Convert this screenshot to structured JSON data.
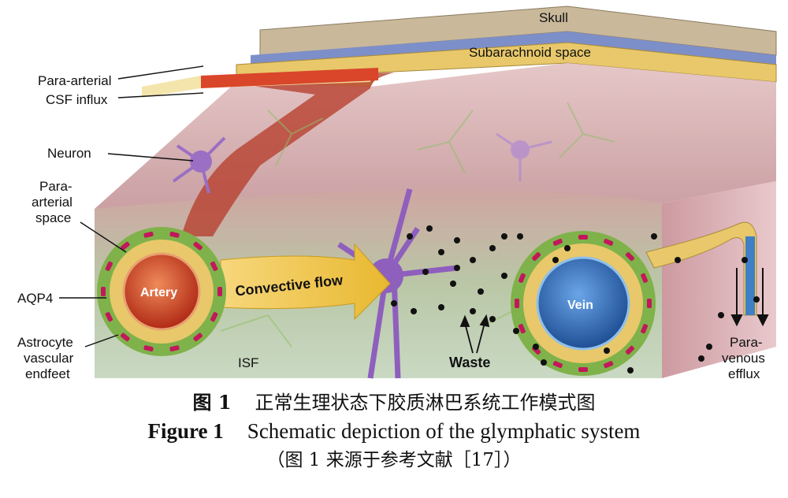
{
  "figure": {
    "labels": {
      "skull": "Skull",
      "subarachnoid": "Subarachnoid space",
      "csf_influx_line1": "Para-arterial",
      "csf_influx_line2": "CSF influx",
      "neuron": "Neuron",
      "para_arterial_space_line1": "Para-",
      "para_arterial_space_line2": "arterial",
      "para_arterial_space_line3": "space",
      "aqp4": "AQP4",
      "astrocyte_line1": "Astrocyte",
      "astrocyte_line2": "vascular",
      "astrocyte_line3": "endfeet",
      "artery": "Artery",
      "convective_flow": "Convective flow",
      "isf": "ISF",
      "waste": "Waste",
      "vein": "Vein",
      "para_venous_line1": "Para-",
      "para_venous_line2": "venous",
      "para_venous_line3": "efflux"
    },
    "colors": {
      "skull": "#c9b89a",
      "subarachnoid": "#e8c86a",
      "tissue": "#d9b4b4",
      "artery": "#d9462a",
      "vein": "#2f6fb8",
      "aqp4": "#c2185b",
      "endfeet": "#7fb24a",
      "neuron": "#9b6fc4",
      "waste": "#111111",
      "flow": "#f0c040"
    }
  },
  "captions": {
    "cn_number": "图 1",
    "cn_title": "正常生理状态下胶质淋巴系统工作模式图",
    "en_number": "Figure 1",
    "en_title": "Schematic depiction of the glymphatic system",
    "source": "（图 1 来源于参考文献［17］）"
  }
}
